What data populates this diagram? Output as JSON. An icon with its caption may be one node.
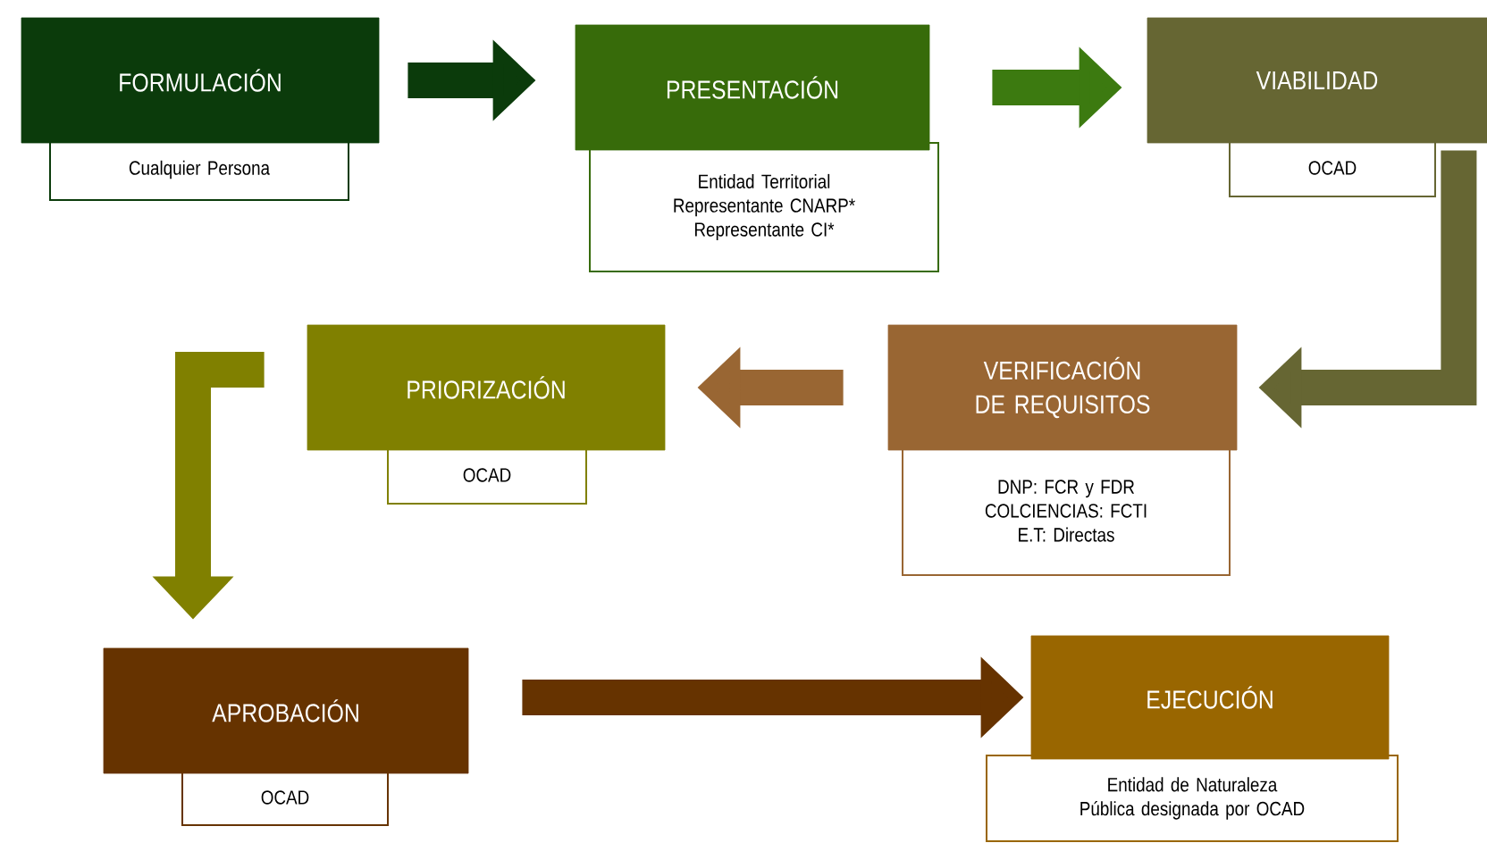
{
  "diagram": {
    "nodes": [
      {
        "text": [
          "FORMULACIÓN"
        ]
      },
      {
        "text": [
          "Cualquier Persona"
        ]
      },
      {
        "text": [
          "PRESENTACIÓN"
        ]
      },
      {
        "text": [
          "Entidad Territorial",
          "Representante CNARP*",
          "Representante CI*"
        ]
      },
      {
        "text": [
          "VIABILIDAD"
        ]
      },
      {
        "text": [
          "OCAD"
        ]
      },
      {
        "text": [
          "VERIFICACIÓN DE REQUISITOS"
        ]
      },
      {
        "text": [
          "DNP: FCR y FDR",
          "COLCIENCIAS: FCTI",
          "E.T: Directas"
        ]
      },
      {
        "text": [
          "PRIORIZACIÓN"
        ]
      },
      {
        "text": [
          "OCAD"
        ]
      },
      {
        "text": [
          "APROBACIÓN"
        ]
      },
      {
        "text": [
          "OCAD"
        ]
      },
      {
        "text": [
          "EJECUCIÓN"
        ]
      },
      {
        "text": [
          "Entidad de Naturaleza Pública designada por OCAD"
        ]
      }
    ],
    "edges": [
      {
        "from": 0,
        "to": 2,
        "arrow": "to",
        "color": "#0b3b0b"
      },
      {
        "from": 2,
        "to": 4,
        "arrow": "to",
        "color": "#3c7a10"
      },
      {
        "from": 4,
        "to": 6,
        "arrow": "to",
        "color": "#666633"
      },
      {
        "from": 6,
        "to": 8,
        "arrow": "to",
        "color": "#996633"
      },
      {
        "from": 8,
        "to": 10,
        "arrow": "to",
        "color": "#808000"
      },
      {
        "from": 10,
        "to": 12,
        "arrow": "to",
        "color": "#663300"
      }
    ]
  }
}
